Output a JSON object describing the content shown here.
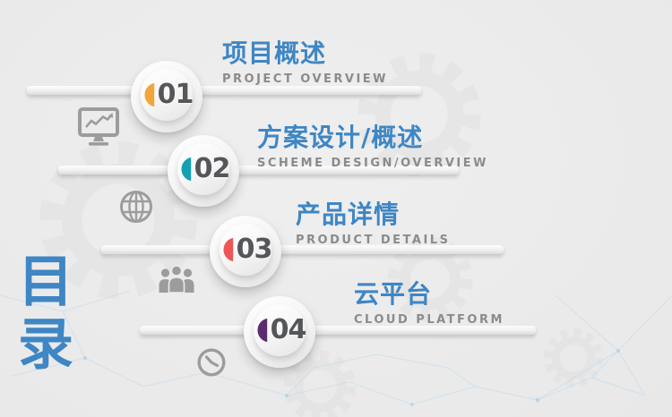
{
  "page": {
    "background_color": "#ebebeb"
  },
  "toc_title": {
    "text": "目录",
    "color": "#3e86c4"
  },
  "items": [
    {
      "number": "01",
      "title": "项目概述",
      "subtitle": "PROJECT OVERVIEW",
      "accent_color": "#f2a53a"
    },
    {
      "number": "02",
      "title": "方案设计/概述",
      "subtitle": "SCHEME DESIGN/OVERVIEW",
      "accent_color": "#14a0b2"
    },
    {
      "number": "03",
      "title": "产品详情",
      "subtitle": "PRODUCT DETAILS",
      "accent_color": "#ed5656"
    },
    {
      "number": "04",
      "title": "云平台",
      "subtitle": "CLOUD PLATFORM",
      "accent_color": "#5b2d6e"
    }
  ],
  "colors": {
    "item_title_blue": "#3e86c4",
    "item_subtitle_gray": "#8b8b8b",
    "item_number_gray": "#55565a",
    "icon_gray": "#9c9c9c",
    "gear_gray": "#dedede",
    "plexus_blue": "#b9d9ee"
  },
  "decor_icons": [
    {
      "name": "monitor-chart-icon"
    },
    {
      "name": "globe-icon"
    },
    {
      "name": "team-icon"
    },
    {
      "name": "clock-icon"
    }
  ]
}
